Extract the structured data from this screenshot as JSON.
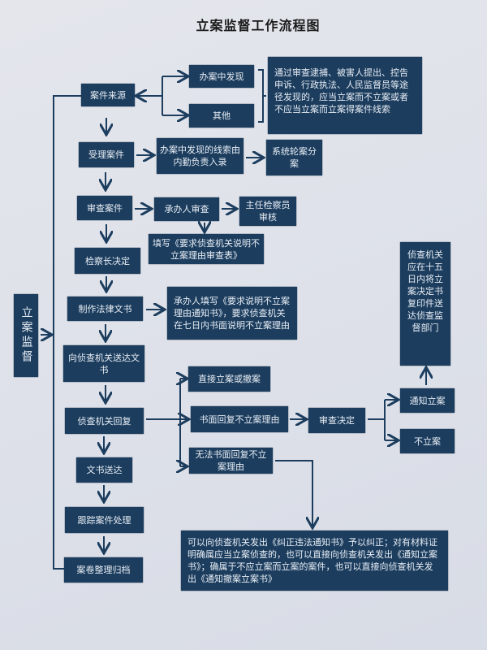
{
  "title": "立案监督工作流程图",
  "side_label": "立案监督",
  "nodes": {
    "case_source": "案件来源",
    "found_in_handling": "办案中发现",
    "other": "其他",
    "source_note": "通过审查逮捕、被害人提出、控告申诉、行政执法、人民监督员等途径发现的，应当立案而不立案或者不应当立案而立案得案件线索",
    "accept_case": "受理案件",
    "clue_entry": "办案中发现的线索由内勤负责入录",
    "system_assign": "系统轮案分案",
    "review_case": "审查案件",
    "handler_review": "承办人审查",
    "chief_review": "主任检察员审核",
    "fill_form": "填写《要求侦查机关说明不立案理由审查表》",
    "chief_decision": "检察长决定",
    "make_document": "制作法律文书",
    "document_note": "承办人填写《要求说明不立案理由通知书》，要求侦查机关在七日内书面说明不立案理由",
    "deliver_document": "向侦查机关送达文书",
    "agency_reply": "侦查机关回复",
    "direct_file": "直接立案或撤案",
    "written_reply": "书面回复不立案理由",
    "review_decision": "审查决定",
    "notify_file": "通知立案",
    "no_file": "不立案",
    "fifteen_days": "侦查机关应在十五日内将立案决定书复印件送达侦查监督部门",
    "no_written_reply": "无法书面回复不立案理由",
    "document_served": "文书送达",
    "track_case": "跟踪案件处理",
    "archive": "案卷整理归档",
    "final_note": "可以向侦查机关发出《纠正违法通知书》予以纠正；对有材料证明确属应当立案侦查的，也可以直接向侦查机关发出《通知立案书》；确属于不应立案而立案的案件，也可以直接向侦查机关发出《通知撤案立案书》"
  }
}
